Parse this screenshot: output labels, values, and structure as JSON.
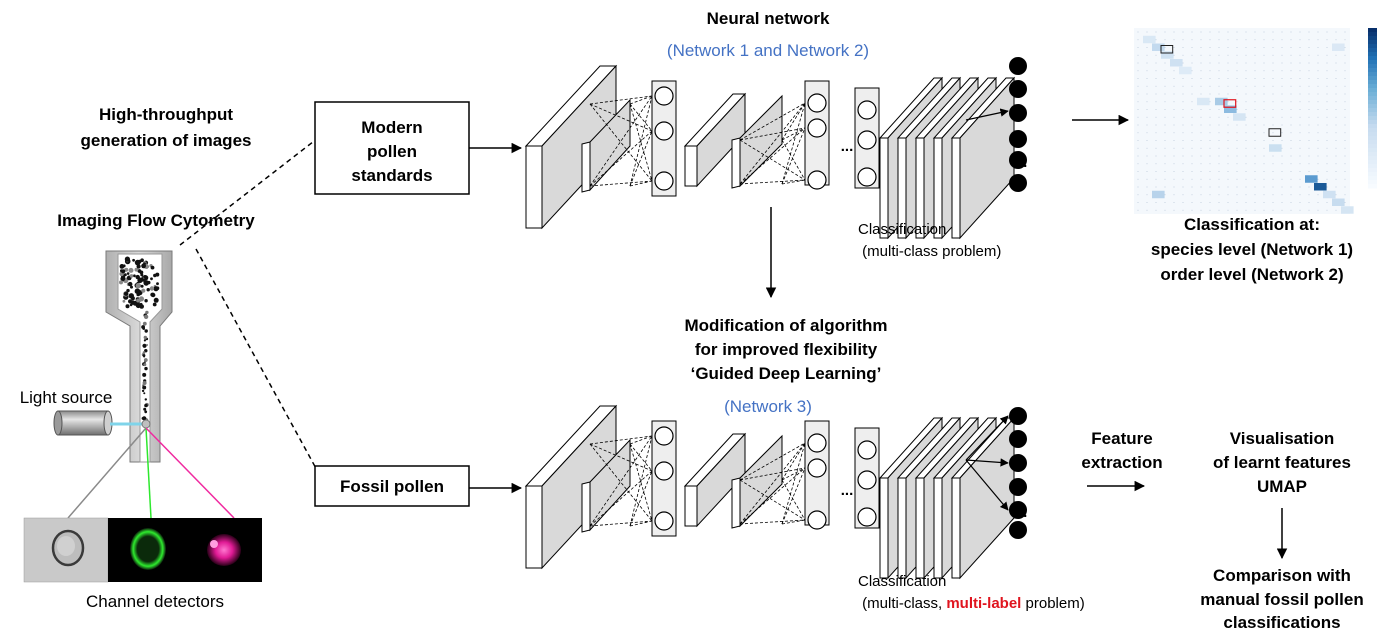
{
  "left": {
    "heading_line1": "High-throughput",
    "heading_line2": "generation of images",
    "ifc_title": "Imaging Flow Cytometry",
    "light_source": "Light source",
    "channel_detectors": "Channel detectors"
  },
  "inputs": {
    "modern_line1": "Modern",
    "modern_line2": "pollen",
    "modern_line3": "standards",
    "fossil": "Fossil pollen"
  },
  "network_top": {
    "title": "Neural network",
    "subtitle": "(Network 1 and Network 2)",
    "ellipsis": "...",
    "class_line1": "Classification",
    "class_line2": " (multi-class problem)"
  },
  "modification": {
    "line1": "Modification of algorithm",
    "line2": "for improved flexibility",
    "line3": "‘Guided Deep Learning’",
    "network3": "(Network 3)"
  },
  "network_bottom": {
    "ellipsis": "...",
    "class_line1": "Classification",
    "class_line2_a": " (multi-class, ",
    "class_line2_b": "multi-label",
    "class_line2_c": " problem)"
  },
  "result_top": {
    "line1": "Classification at:",
    "line2": "species level (Network 1)",
    "line3": "order level (Network 2)"
  },
  "feature": {
    "line1": "Feature",
    "line2": "extraction"
  },
  "visual": {
    "line1": "Visualisation",
    "line2": "of learnt features",
    "line3": "UMAP"
  },
  "comparison": {
    "line1": "Comparison with",
    "line2": "manual fossil pollen",
    "line3": "classifications"
  },
  "colors": {
    "blue_text": "#4472C4",
    "red_text": "#E0141E",
    "layer_fill": "#D9D9D9",
    "laser_cyan": "#7FD4EA",
    "laser_green": "#2EE82E",
    "laser_magenta": "#F02AA0"
  }
}
